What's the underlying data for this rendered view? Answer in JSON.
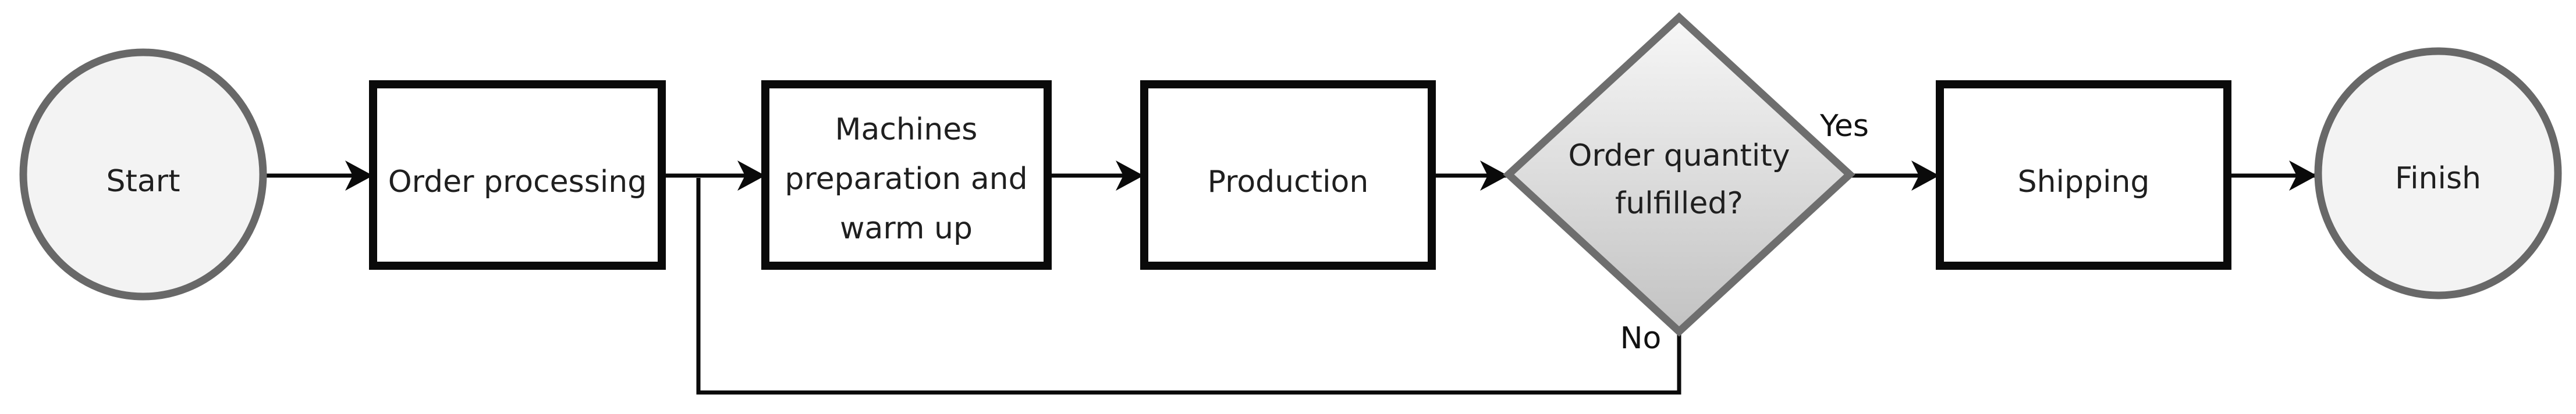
{
  "diagram": {
    "nodes": {
      "start": {
        "type": "terminator",
        "label": "Start"
      },
      "order_processing": {
        "type": "process",
        "label": "Order processing"
      },
      "machines_preparation": {
        "type": "process",
        "label": "Machines preparation and warm up",
        "lines": [
          "Machines",
          "preparation and",
          "warm up"
        ]
      },
      "production": {
        "type": "process",
        "label": "Production"
      },
      "decision": {
        "type": "decision",
        "label": "Order quantity fulfilled?",
        "lines": [
          "Order quantity",
          "fulfilled?"
        ]
      },
      "shipping": {
        "type": "process",
        "label": "Shipping"
      },
      "finish": {
        "type": "terminator",
        "label": "Finish"
      }
    },
    "edges": {
      "yes_label": "Yes",
      "no_label": "No"
    },
    "colors": {
      "background": "#ffffff",
      "connector": "#0a0a0a",
      "process_fill": "#ffffff",
      "process_stroke": "#0a0a0a",
      "terminator_fill": "#f3f3f3",
      "terminator_stroke": "#686868",
      "decision_stroke": "#6e6e6e",
      "decision_gradient_top": "#f7f7f7",
      "decision_gradient_bottom": "#c2c2c2",
      "label_text": "#1f1f1f",
      "edge_label_text": "#111111"
    }
  }
}
